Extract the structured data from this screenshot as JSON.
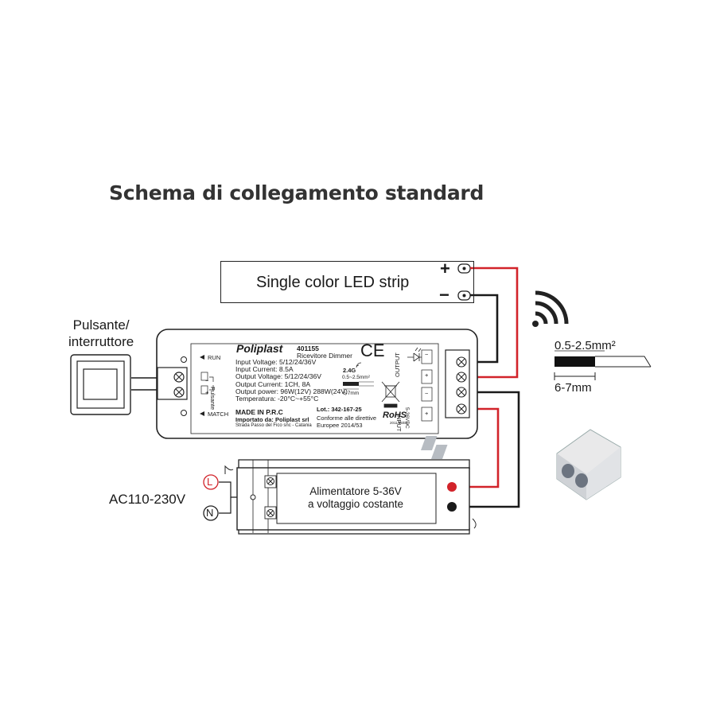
{
  "title": "Schema di collegamento standard",
  "led_strip": {
    "label": "Single color LED strip",
    "plus": "+",
    "minus": "−"
  },
  "switch": {
    "label_line1": "Pulsante/",
    "label_line2": "interruttore"
  },
  "receiver": {
    "brand": "Poliplast",
    "code": "401155",
    "name": "Ricevitore Dimmer",
    "ce": "CE",
    "run": "RUN",
    "match": "MATCH",
    "pulsante_vertical": "Pulsante",
    "specs": [
      "Input Voltage: 5/12/24/36V",
      "Input Current: 8.5A",
      "Output Voltage: 5/12/24/36V",
      "Output Current: 1CH, 8A",
      "Output power: 96W(12V) 288W(24V)",
      "Temperatura: -20°C~+55°C"
    ],
    "made_in": "MADE IN P.R.C",
    "importer_line1": "Importato da: Poliplast srl",
    "importer_line2": "Strada Passo del Fico snc - Catania",
    "lot": "Lot.: 342-167-25",
    "conforme_line1": "Conforme alle direttive",
    "conforme_line2": "Europee 2014/53",
    "rf": "2.4G",
    "wire_section": "0.5~2.5mm²",
    "strip_len": "6-7mm",
    "output": "OUTPUT",
    "input": "INPUT",
    "input_voltage": "5-36VDC",
    "rohs": "RoHS",
    "rohs_sub": "2011/65/EU",
    "term_minus": "−",
    "term_plus": "+"
  },
  "power_supply": {
    "line1": "Alimentatore 5-36V",
    "line2": "a voltaggio costante"
  },
  "mains": {
    "label": "AC110-230V",
    "L": "L",
    "N": "N"
  },
  "wire_gauge": {
    "section": "0.5-2.5mm²",
    "strip": "6-7mm"
  },
  "colors": {
    "positive": "#d2232a",
    "negative": "#1a1a1a",
    "outline": "#222222"
  }
}
